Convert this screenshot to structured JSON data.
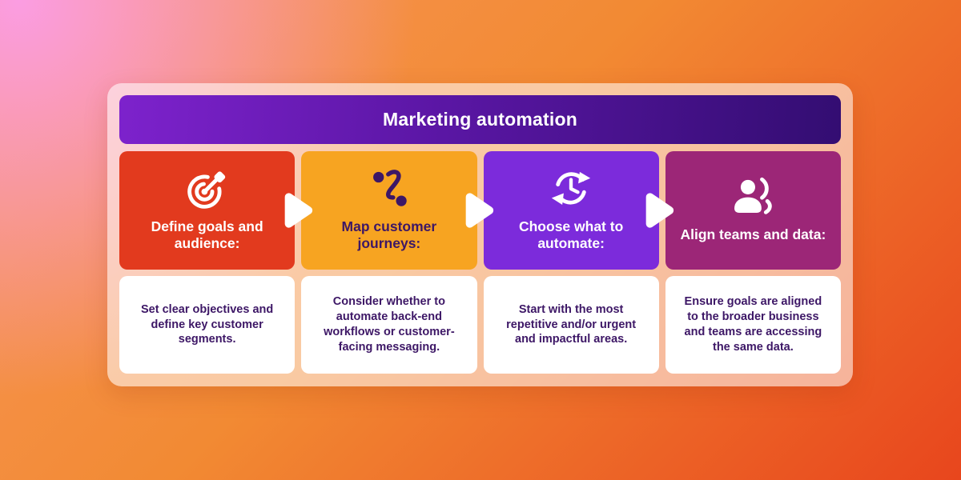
{
  "header": {
    "title": "Marketing automation"
  },
  "steps": [
    {
      "title": "Define goals and audience:",
      "description": "Set clear objectives and define key customer segments.",
      "icon": "target-dart-icon",
      "color": "#e23a1e",
      "text_color": "#ffffff"
    },
    {
      "title": "Map customer journeys:",
      "description": "Consider whether to automate back-end workflows or customer-facing messaging.",
      "icon": "journey-route-icon",
      "color": "#f7a421",
      "text_color": "#3d1766"
    },
    {
      "title": "Choose what to automate:",
      "description": "Start with the most repetitive and/or urgent and impactful areas.",
      "icon": "clock-sync-icon",
      "color": "#7c2bdb",
      "text_color": "#ffffff"
    },
    {
      "title": "Align teams and data:",
      "description": "Ensure goals are aligned to the broader business and teams are accessing the same data.",
      "icon": "person-broadcast-icon",
      "color": "#9c2677",
      "text_color": "#ffffff"
    }
  ],
  "colors": {
    "header_gradient_from": "#7d22cc",
    "header_gradient_to": "#330d72",
    "background_pink": "#fb9de2",
    "background_salmon": "#f7975c",
    "background_orange": "#f28a33",
    "background_red": "#e8461d",
    "description_background": "#ffffff",
    "description_text": "#3d1766",
    "arrow_color": "#ffffff"
  }
}
